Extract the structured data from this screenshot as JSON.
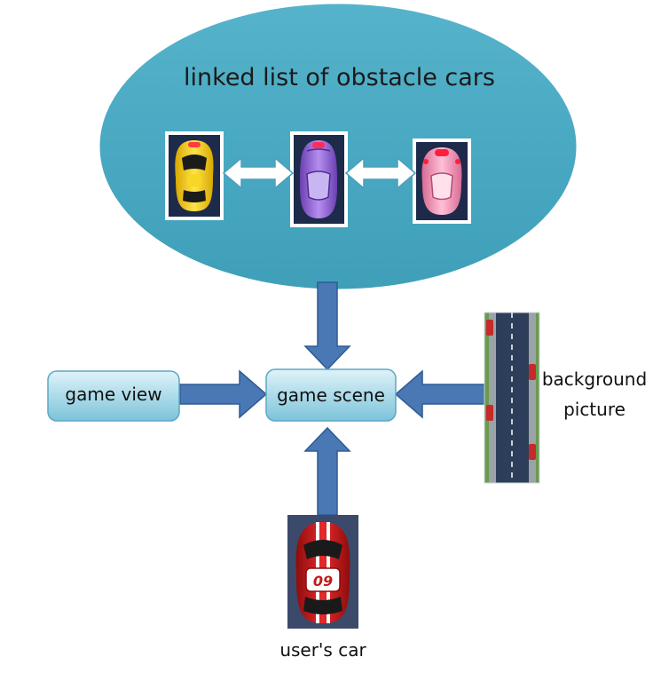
{
  "ellipse": {
    "title": "linked list of obstacle cars"
  },
  "nodes": {
    "game_view": "game view",
    "game_scene": "game scene"
  },
  "labels": {
    "background_line1": "background",
    "background_line2": "picture",
    "users_car": "user's car"
  },
  "obstacle_cars": [
    {
      "name": "yellow-car",
      "color": "#f3d21c"
    },
    {
      "name": "purple-car",
      "color": "#9b6ad6"
    },
    {
      "name": "pink-car",
      "color": "#f29ab8"
    }
  ],
  "colors": {
    "ellipse_fill": "#4aabc4",
    "arrow_fill": "#4a78b5",
    "arrow_stroke": "#2f5a94",
    "box_fill_top": "#d9f0f7",
    "box_fill_bottom": "#7fc6dc",
    "box_stroke": "#5ba8c3",
    "user_car": "#d21f1f"
  }
}
